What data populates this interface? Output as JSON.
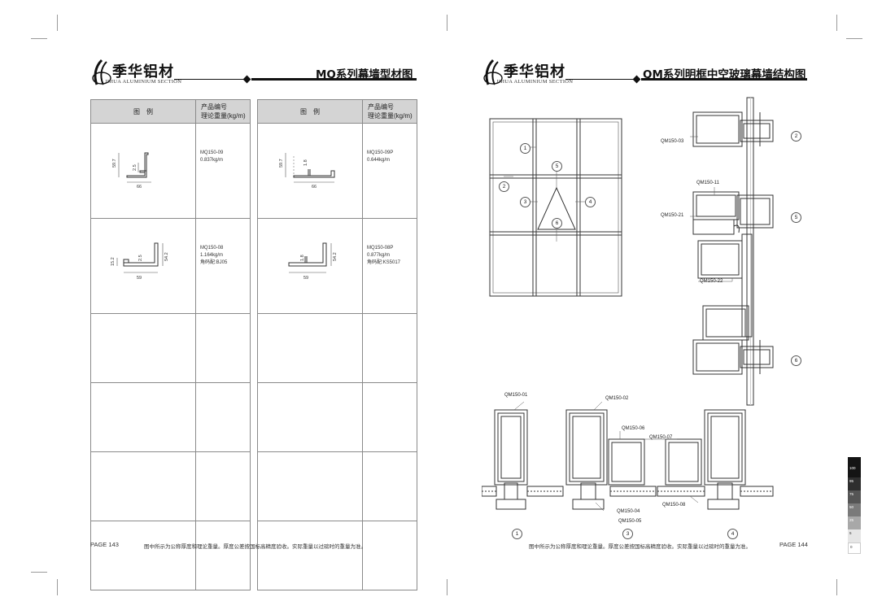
{
  "brand": {
    "name": "季华铝材",
    "sub": "JIHUA ALUMINIUM SECTION"
  },
  "left_page": {
    "title": "MQ系列幕墙型材图",
    "table_header": {
      "legend": "图　例",
      "info_line1": "产品编号",
      "info_line2": "理论重量(kg/m)"
    },
    "profiles": [
      {
        "code": "MQ150-09",
        "weight": "0.837kg/m",
        "extra": "",
        "dims": [
          "59.7",
          "2.5",
          "66"
        ]
      },
      {
        "code": "MQ150-09P",
        "weight": "0.644kg/m",
        "extra": "",
        "dims": [
          "59.7",
          "1.8",
          "66"
        ]
      },
      {
        "code": "MQ150-08",
        "weight": "1.164kg/m",
        "extra": "角码配:BJ05",
        "dims": [
          "15.2",
          "2.5",
          "54.2",
          "59"
        ]
      },
      {
        "code": "MQ150-08P",
        "weight": "0.877kg/m",
        "extra": "角码配:KS5017",
        "dims": [
          "1.8",
          "54.2",
          "59"
        ]
      }
    ],
    "page": "PAGE 143",
    "note": "图中所示为公称厚度和理论重量。厚度公差按国标高精度验收。实际重量以过磅时的重量为准。"
  },
  "right_page": {
    "title": "QM系列明框中空玻璃幕墙结构图",
    "page": "PAGE 144",
    "note": "图中所示为公称厚度和理论重量。厚度公差按国标高精度验收。实际重量以过磅时的重量为准。",
    "elevation_markers": [
      "1",
      "2",
      "3",
      "4",
      "5",
      "6"
    ],
    "section_markers": [
      "2",
      "5",
      "6"
    ],
    "bottom_markers": [
      "1",
      "3",
      "4"
    ],
    "labels": {
      "qm03": "QM150-03",
      "qm11": "QM150-11",
      "qm21": "QM150-21",
      "qm22": "QM150-22",
      "qm01": "QM150-01",
      "qm02": "QM150-02",
      "qm06": "QM150-06",
      "qm07": "QM150-07",
      "qm04": "QM150-04",
      "qm05": "QM150-05",
      "qm08": "QM150-08"
    }
  },
  "color_bar": [
    "100",
    "95",
    "75",
    "50",
    "25",
    "5",
    "0"
  ]
}
